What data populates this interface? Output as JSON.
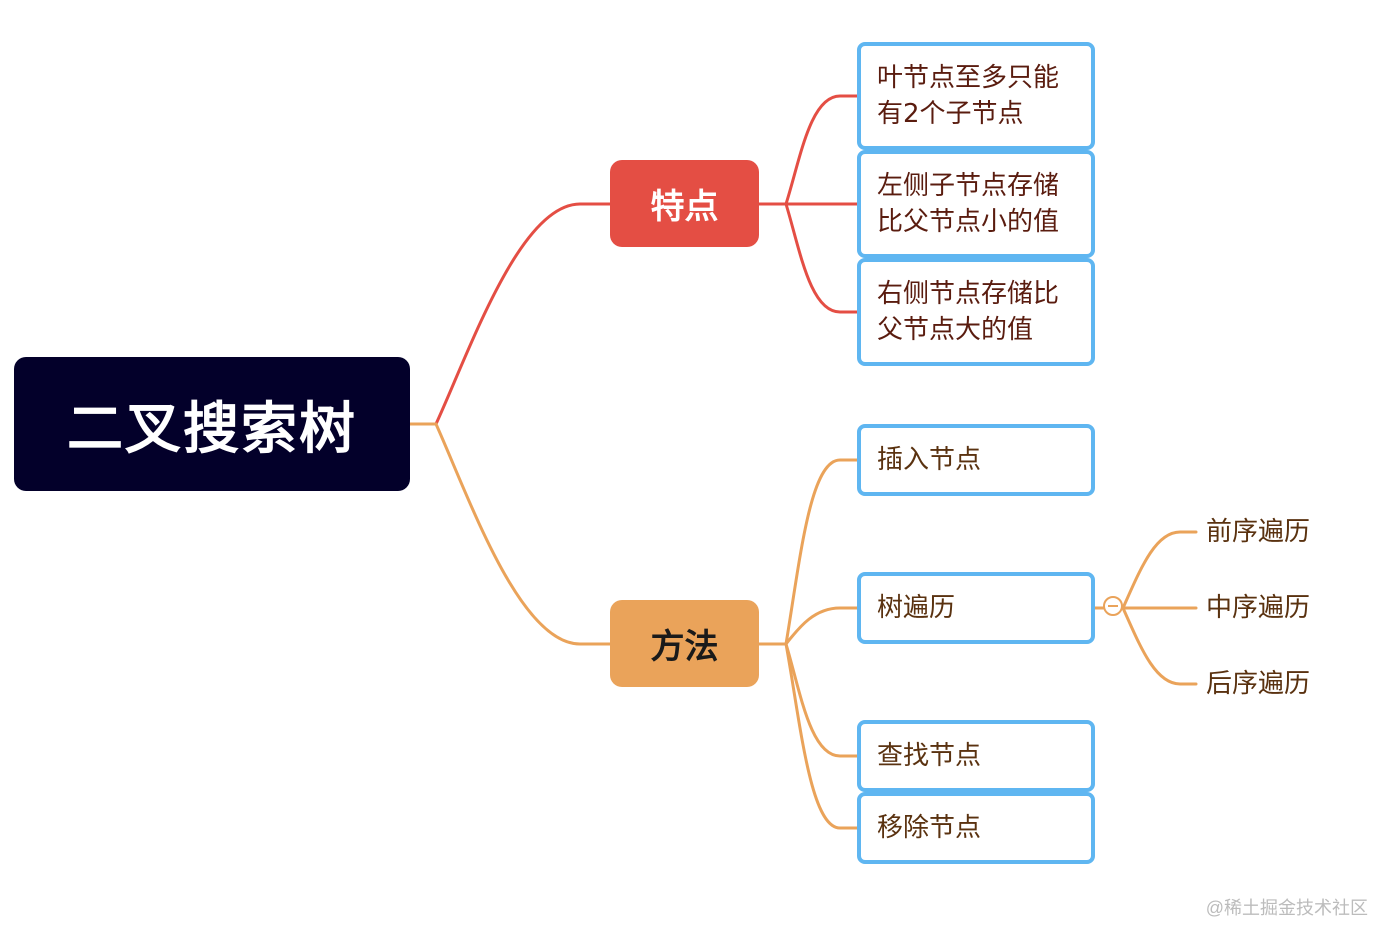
{
  "root": {
    "label": "二叉搜索树"
  },
  "branches": [
    {
      "label": "特点",
      "color": "#e44e44",
      "children": [
        {
          "lines": [
            "叶节点至多只能",
            "有2个子节点"
          ]
        },
        {
          "lines": [
            "左侧子节点存储",
            "比父节点小的值"
          ]
        },
        {
          "lines": [
            "右侧节点存储比",
            "父节点大的值"
          ]
        }
      ]
    },
    {
      "label": "方法",
      "color": "#eaa35a",
      "children": [
        {
          "lines": [
            "插入节点"
          ]
        },
        {
          "lines": [
            "树遍历"
          ],
          "expanded": true,
          "children": [
            {
              "label": "前序遍历"
            },
            {
              "label": "中序遍历"
            },
            {
              "label": "后序遍历"
            }
          ]
        },
        {
          "lines": [
            "查找节点"
          ]
        },
        {
          "lines": [
            "移除节点"
          ]
        }
      ]
    }
  ],
  "connector_colors": {
    "feature": "#e44e44",
    "method": "#eaa35a",
    "leaf_border": "#5fb6f1",
    "root_bg": "#03002a"
  },
  "icons": {
    "collapse": "collapse-minus-icon"
  },
  "watermark": "@稀土掘金技术社区"
}
